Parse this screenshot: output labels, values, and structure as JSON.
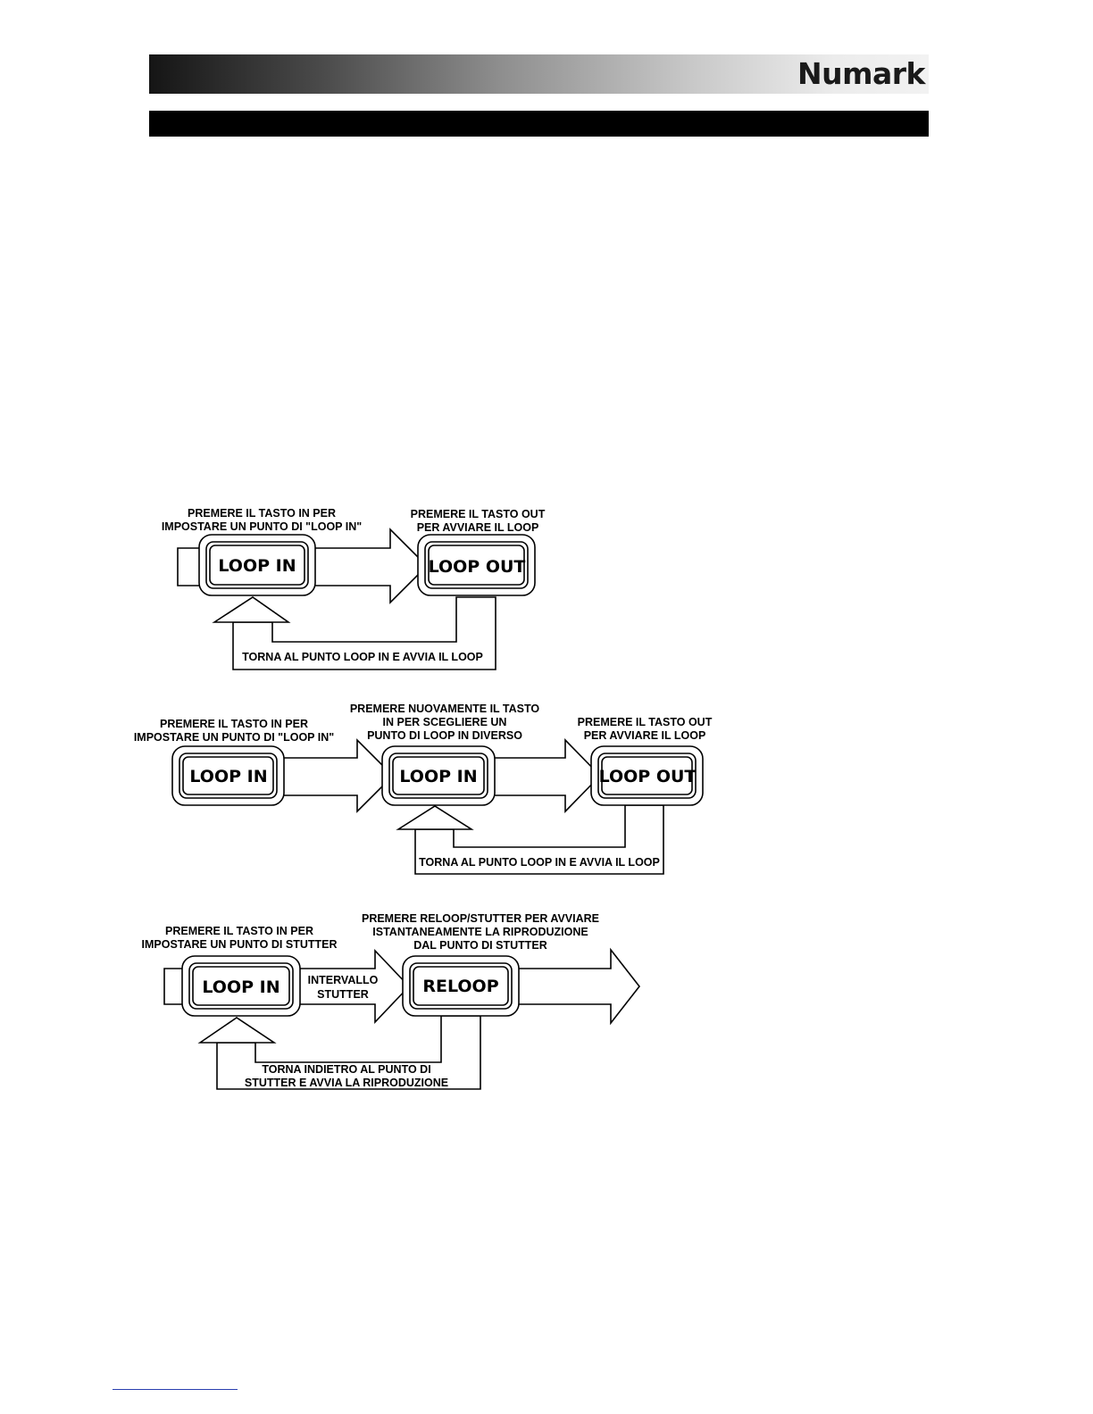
{
  "header": {
    "logo_text": "Numark"
  },
  "diagram1": {
    "caption_in_line1": "PREMERE IL TASTO IN PER",
    "caption_in_line2": "IMPOSTARE UN PUNTO DI \"LOOP IN\"",
    "caption_out_line1": "PREMERE IL TASTO OUT",
    "caption_out_line2": "PER AVVIARE IL LOOP",
    "button_in": "LOOP IN",
    "button_out": "LOOP OUT",
    "return_label": "TORNA AL PUNTO LOOP IN E AVVIA IL LOOP"
  },
  "diagram2": {
    "caption_in_line1": "PREMERE IL TASTO IN PER",
    "caption_in_line2": "IMPOSTARE UN PUNTO DI \"LOOP IN\"",
    "caption_again_line1": "PREMERE NUOVAMENTE IL TASTO",
    "caption_again_line2": "IN PER SCEGLIERE UN",
    "caption_again_line3": "PUNTO DI LOOP IN DIVERSO",
    "caption_out_line1": "PREMERE IL TASTO OUT",
    "caption_out_line2": "PER AVVIARE IL LOOP",
    "button_in1": "LOOP IN",
    "button_in2": "LOOP IN",
    "button_out": "LOOP OUT",
    "return_label": "TORNA AL PUNTO LOOP IN E AVVIA IL LOOP"
  },
  "diagram3": {
    "caption_in_line1": "PREMERE IL TASTO IN PER",
    "caption_in_line2": "IMPOSTARE UN PUNTO DI STUTTER",
    "caption_reloop_line1": "PREMERE RELOOP/STUTTER PER AVVIARE",
    "caption_reloop_line2": "ISTANTANEAMENTE LA RIPRODUZIONE",
    "caption_reloop_line3": "DAL PUNTO DI STUTTER",
    "interval_line1": "INTERVALLO",
    "interval_line2": "STUTTER",
    "button_in": "LOOP IN",
    "button_reloop": "RELOOP",
    "return_line1": "TORNA INDIETRO AL PUNTO DI",
    "return_line2": "STUTTER E AVVIA LA RIPRODUZIONE"
  }
}
